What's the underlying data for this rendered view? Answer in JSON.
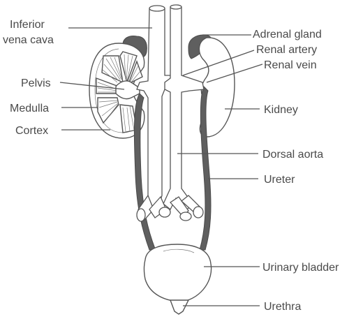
{
  "labels": {
    "inferior_vena_cava_line1": "Inferior",
    "inferior_vena_cava_line2": "vena cava",
    "adrenal_gland": "Adrenal gland",
    "renal_artery": "Renal artery",
    "renal_vein": "Renal vein",
    "pelvis": "Pelvis",
    "medulla": "Medulla",
    "cortex": "Cortex",
    "kidney": "Kidney",
    "dorsal_aorta": "Dorsal aorta",
    "ureter": "Ureter",
    "urinary_bladder": "Urinary bladder",
    "urethra": "Urethra"
  },
  "colors": {
    "outline": "#555555",
    "ureter_fill": "#5f5f5f",
    "label_text": "#4a4a4a"
  }
}
